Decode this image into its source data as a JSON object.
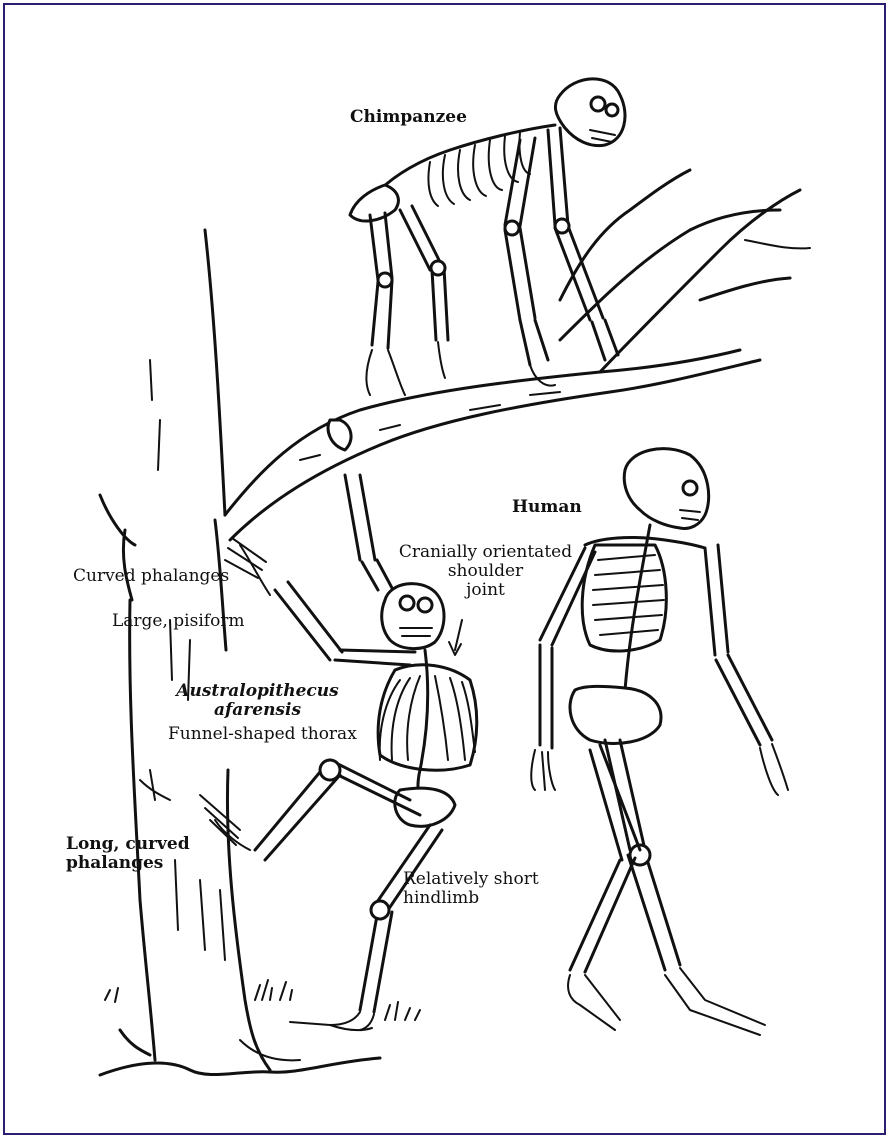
{
  "labels": {
    "chimpanzee": "Chimpanzee",
    "human": "Human",
    "shoulder_line1": "Cranially orientated",
    "shoulder_line2": "shoulder",
    "shoulder_line3": "joint",
    "curved_phalanges": "Curved phalanges",
    "large_pisiform": "Large, pisiform",
    "species_line1": "Australopithecus",
    "species_line2": "afarensis",
    "funnel_thorax": "Funnel-shaped thorax",
    "long_curved_line1": "Long, curved",
    "long_curved_line2": "phalanges",
    "short_hindlimb_line1": "Relatively short",
    "short_hindlimb_line2": "hindlimb"
  },
  "colors": {
    "frame": "#2a1f6e",
    "ink": "#111111",
    "paper": "#ffffff"
  }
}
